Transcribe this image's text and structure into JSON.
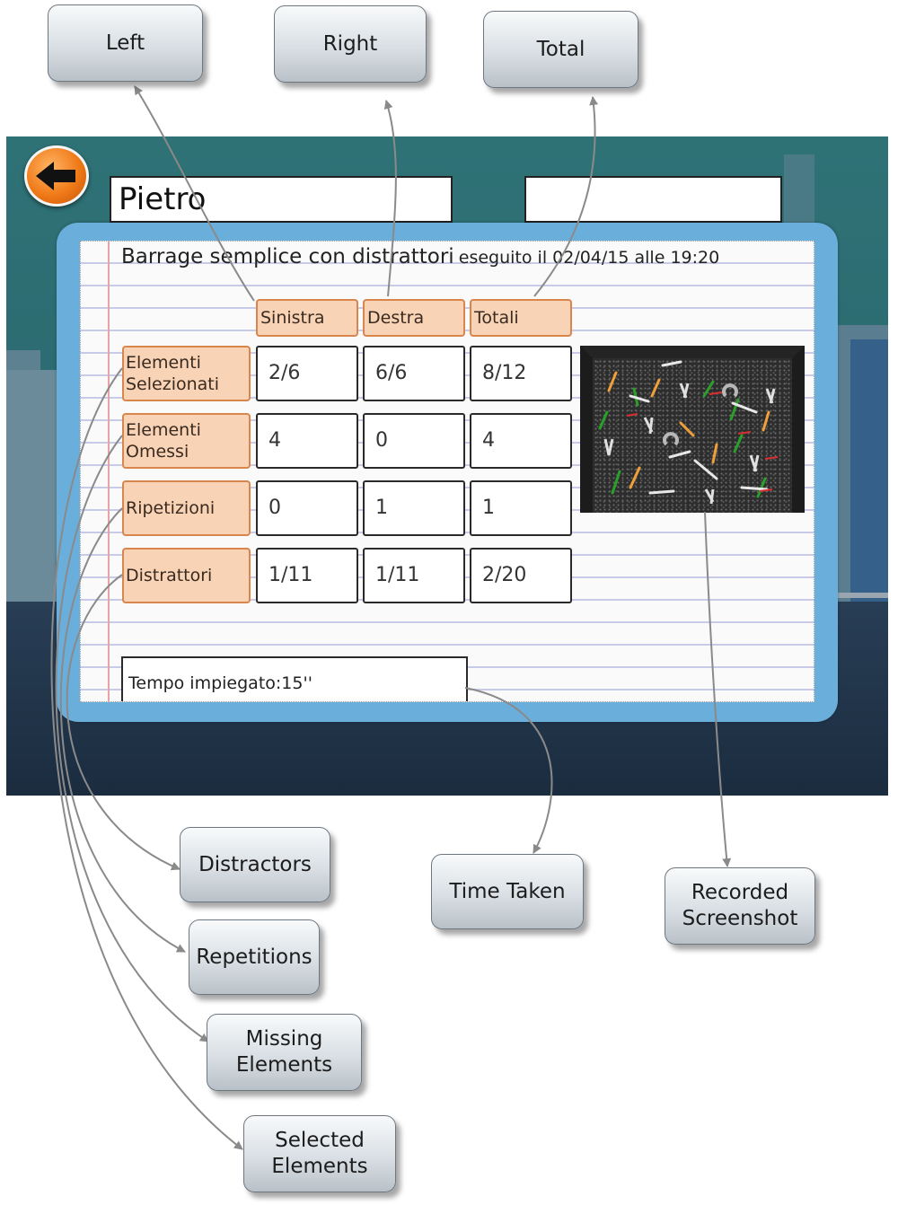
{
  "callouts": {
    "left": "Left",
    "right": "Right",
    "total": "Total",
    "distractors": "Distractors",
    "repetitions": "Repetitions",
    "missing_elements": "Missing\nElements",
    "selected_elements": "Selected\nElements",
    "time_taken": "Time Taken",
    "recorded_screenshot": "Recorded\nScreenshot"
  },
  "app": {
    "name_value": "Pietro",
    "title_main": "Barrage semplice con distrattori",
    "title_detail": "eseguito il 02/04/15 alle 19:20",
    "columns": [
      "Sinistra",
      "Destra",
      "Totali"
    ],
    "rows": [
      {
        "label": "Elementi\nSelezionati",
        "values": [
          "2/6",
          "6/6",
          "8/12"
        ]
      },
      {
        "label": "Elementi\nOmessi",
        "values": [
          "4",
          "0",
          "4"
        ]
      },
      {
        "label": "Ripetizioni",
        "values": [
          "0",
          "1",
          "1"
        ]
      },
      {
        "label": "Distrattori",
        "values": [
          "1/11",
          "1/11",
          "2/20"
        ]
      }
    ],
    "time_taken": "Tempo impiegato:15''"
  },
  "icons": {
    "back": "arrow-left-icon",
    "screenshot_tools": [
      "screwdriver",
      "wrench",
      "pliers",
      "horseshoe-magnet"
    ]
  },
  "colors": {
    "callout_border": "#6e7780",
    "header_fill": "#f8d3b5",
    "header_border": "#d9854e",
    "panel_blue": "#6aaedb",
    "back_orange": "#f07a18"
  }
}
